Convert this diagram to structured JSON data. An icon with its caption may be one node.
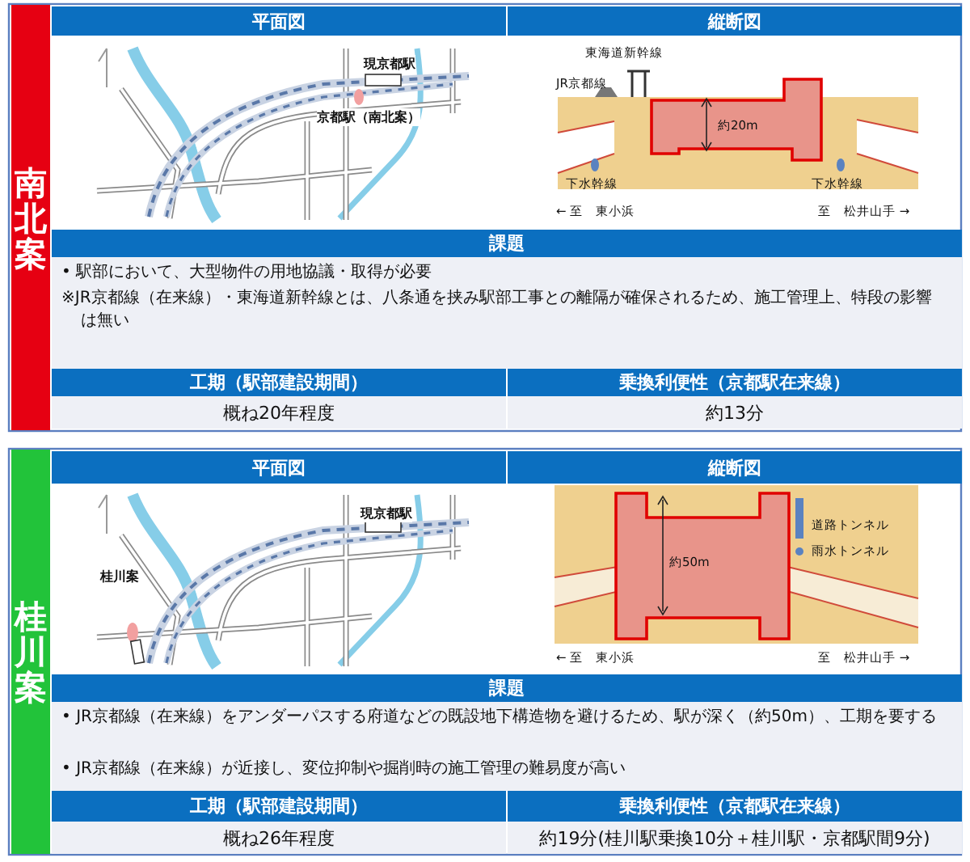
{
  "diagram": {
    "nodes": [
      {
        "text": [
          "南北案"
        ]
      },
      {
        "text": [
          "桂川案"
        ]
      }
    ],
    "labels": [
      "平面図",
      "縦断図",
      "現京都駅",
      "京都駅（南北案）",
      "東海道新幹線",
      "JR京都線",
      "約20m",
      "下水幹線",
      "下水幹線",
      "← 至　東小浜",
      "至　松井山手 →",
      "課題",
      "• 駅部において、大型物件の用地協議・取得が必要",
      "※JR京都線（在来線）・東海道新幹線とは、八条通を挟み駅部工事との離隔が確保されるため、施工管理上、特段の影響は無い",
      "工期（駅部建設期間）",
      "乗換利便性（京都駅在来線）",
      "概ね20年程度",
      "約13分",
      "平面図",
      "縦断図",
      "現京都駅",
      "桂川案",
      "約50m",
      "道路トンネル",
      "雨水トンネル",
      "← 至　東小浜",
      "至　松井山手 →",
      "課題",
      "• JR京都線（在来線）をアンダーパスする府道などの既設地下構造物を避けるため、駅が深く（約50m）、工期を要する",
      "• JR京都線（在来線）が近接し、変位抑制や掘削時の施工管理の難易度が高い",
      "工期（駅部建設期間）",
      "乗換利便性（京都駅在来線）",
      "概ね26年程度",
      "約19分(桂川駅乗換10分＋桂川駅・京都駅間9分)"
    ]
  }
}
